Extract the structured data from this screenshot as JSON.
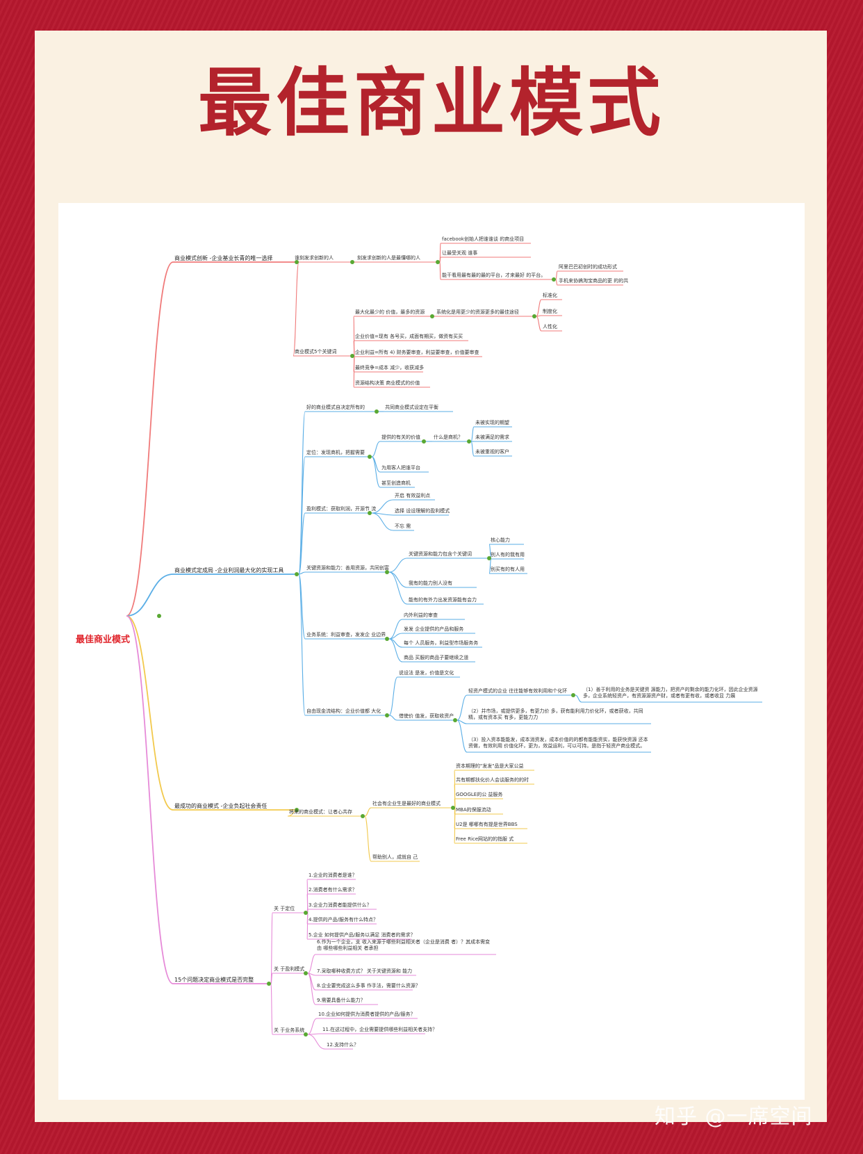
{
  "title": "最佳商业模式",
  "watermark": "知乎 @一席空间",
  "colors": {
    "background": "#b7182e",
    "card": "#faf1e2",
    "title": "#b3232c",
    "root": "#e0242b",
    "branch_red": "#f07a7a",
    "branch_blue": "#5aaee6",
    "branch_yellow": "#f2c94c",
    "branch_pink": "#e68ad8"
  },
  "mindmap": {
    "root": "最佳商业模式",
    "branches": [
      {
        "label": "商业模式创新 -企业基业长青的唯一选择",
        "children": [
          {
            "label": "谁刻发求创新的人",
            "children": [
              {
                "label": "刻发求创新的人是最懂哪的人",
                "children": [
                  {
                    "label": "facebook创始人把谁谁谈 的商业项目"
                  },
                  {
                    "label": "让最受关观 谁事"
                  },
                  {
                    "label": "能干看用最有最的最的平台，才来最好 的平台。",
                    "children": [
                      {
                        "label": "阿里巴巴初创时的成功形式"
                      },
                      {
                        "label": "手机来协搞淘宝商品的更 的的共"
                      }
                    ]
                  }
                ]
              }
            ]
          },
          {
            "label": "商业模式5个关键词",
            "children": [
              {
                "label": "最大化最少的 价值，最多的资源",
                "children": [
                  {
                    "label": "系统化是用更少的资源更多的最佳途径",
                    "children": [
                      {
                        "label": "标准化"
                      },
                      {
                        "label": "制度化"
                      },
                      {
                        "label": "人性化"
                      }
                    ]
                  }
                ]
              },
              {
                "label": "企业价值=现有 各号买，成面有期买，做资有买买"
              },
              {
                "label": "企业利益=所有 4) 财务要审查，利益要审查，价值要审查"
              },
              {
                "label": "最终竞争=成本 减少，收获减多"
              },
              {
                "label": "资源结构决策 商业模式的价值"
              }
            ]
          }
        ]
      },
      {
        "label": "商业模式定成局 -企业利润最大化的实现工具",
        "children": [
          {
            "label": "好的商业模式自决定所有的",
            "children": [
              {
                "label": "共同商业模式设定在平衡"
              }
            ]
          },
          {
            "label": "定位：发现商机，把握需要",
            "children": [
              {
                "label": "提供的有关的价值",
                "children": [
                  {
                    "label": "什么是商机？",
                    "children": [
                      {
                        "label": "未被实现的期望"
                      },
                      {
                        "label": "未被满足的需求"
                      },
                      {
                        "label": "未被重视的客户"
                      }
                    ]
                  }
                ]
              },
              {
                "label": "为用客人把谁平台"
              },
              {
                "label": "甚至创造商机"
              }
            ]
          },
          {
            "label": "盈利模式：获取利润，开源节 流",
            "children": [
              {
                "label": "开启 有效益利点"
              },
              {
                "label": "选择 设设理解的盈利模式"
              },
              {
                "label": "不忘 需"
              }
            ]
          },
          {
            "label": "关键资源和能力：善用资源，共同创富",
            "children": [
              {
                "label": "关键资源和能力包含个关键词",
                "children": [
                  {
                    "label": "核心能力"
                  },
                  {
                    "label": "别人有的我有用"
                  },
                  {
                    "label": "别买有的有人用"
                  }
                ]
              },
              {
                "label": "我有的能力别人没有"
              },
              {
                "label": "能有的有外力出发资源能有会力"
              }
            ]
          },
          {
            "label": "业务系统：利益审查，发发企 业边界",
            "children": [
              {
                "label": "内外利益的审查"
              },
              {
                "label": "发发 企业提供的产品和服务"
              },
              {
                "label": "每个 人员服务，利益型市场服务务"
              },
              {
                "label": "商品 买服的商品子要继续之道"
              }
            ]
          },
          {
            "label": "自由现金流结构：企业价值都 大化",
            "children": [
              {
                "label": "说设法 是发，价值是文化"
              },
              {
                "label": "借使价 值发，获取收资产",
                "children": [
                  {
                    "label": "轻资产模式的企业 往往能够有效利用和个化环",
                    "children": [
                      {
                        "label": "（1）善于利用的业务是关键资 源能力，把资产的剩余的能力化环，因此企业资源多，企业系统轻资产，有资源源资产财，或者有更有收，或者收显 力展"
                      }
                    ]
                  },
                  {
                    "label": "（2）并市场，或提供更多，有更力价 多，获有能利用力价化环，或者获收，共同精，或有资本买 有多，更能力力"
                  },
                  {
                    "label": "（3）投入资本能能发，成本消资发，成本价值的的都有能能资实，能获快资源 还本资做，有效利用 价值化环，更为，效益运利，可以可持。是指于轻资产商业模式。"
                  }
                ]
              }
            ]
          }
        ]
      },
      {
        "label": "最成功的商业模式 -企业负起社会责任",
        "children": [
          {
            "label": "将来的商业模式：让者心共存",
            "children": [
              {
                "label": "社会有企业生是最好的商业模式",
                "children": [
                  {
                    "label": "资本期理的\"发发\"品是大家公益"
                  },
                  {
                    "label": "共有期都扶化价人会谈服务的的时"
                  },
                  {
                    "label": "GOOGLE的公 益服务"
                  },
                  {
                    "label": "MBA的保服流动"
                  },
                  {
                    "label": "U2是 哪哪有有提是世界BBS"
                  },
                  {
                    "label": "Free Rice网站的的指服 式"
                  }
                ]
              },
              {
                "label": "帮助别人，成就自 己"
              }
            ]
          }
        ]
      },
      {
        "label": "15个问题决定商业模式是否完整",
        "children": [
          {
            "label": "关 于定位",
            "children": [
              {
                "label": "1.企业的消费者是谁？"
              },
              {
                "label": "2.消费者有什么需求？"
              },
              {
                "label": "3.企业力消费者能提供什么？"
              },
              {
                "label": "4.提供的产品/服务有什么特点？"
              },
              {
                "label": "5.企业 如何提供产品/服务以满足 消费者的需求？"
              }
            ]
          },
          {
            "label": "关 于盈利模式",
            "children": [
              {
                "label": "6.作为一个企业，支 收入来源于哪些利益相关者（企业是消费 者）？其成本需变由 哪些哪些利益相关 者承担"
              },
              {
                "label": "7.采取哪种收费方式？ 关于关键资源和 能力"
              },
              {
                "label": "8.企业要完成这么多事 作手法，需要什么资源？"
              },
              {
                "label": "9.需要具备什么能力？"
              }
            ]
          },
          {
            "label": "关 于业务系统",
            "children": [
              {
                "label": "10.企业如何提供为消费者提供的产品/服务？"
              },
              {
                "label": "11.在这过程中，企业需要提供哪些利益相关者支持？"
              },
              {
                "label": "12.支持什么？"
              }
            ]
          }
        ]
      }
    ]
  }
}
